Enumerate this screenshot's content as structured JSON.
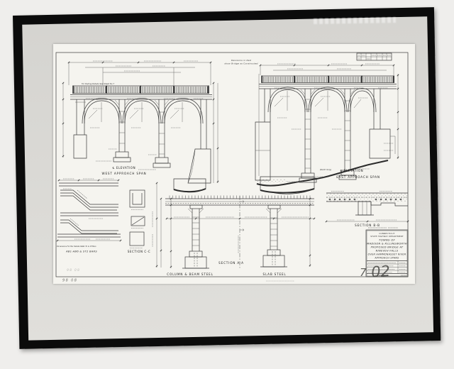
{
  "photo": {
    "pencil_top": "98 08",
    "pencil_bottom": "98 08",
    "page_no": "7",
    "sheet_no": "02"
  },
  "notes": {
    "revision1": "Revisions in Red",
    "revision2": "show Bridge as Constructed",
    "railing": "For Railing Details See Sheet No 7",
    "north_only": "(North Only)",
    "bar_dims": "Dimensions For Bar Details Refer To ℄ Of Bars"
  },
  "labels": {
    "west1": "℄ ELEVATION",
    "west2": "WEST APPROACH SPAN",
    "east1": "℄ ELEVATION",
    "east2": "EAST APPROACH SPAN",
    "section_aa": "SECTION A-A",
    "section_bb": "SECTION B-B",
    "section_cc": "SECTION C-C",
    "column_beam": "COLUMN & BEAM STEEL",
    "slab_steel": "SLAB STEEL",
    "bars": "AB1-AB6 & ST2 BARS"
  },
  "title_block": {
    "lines": [
      "CONNECTICUT",
      "STATE HIGHWAY DEPARTMENT",
      "TOWNS OF",
      "MADISON & KILLINGWORTH",
      "PROPOSED BRIDGE AT",
      "NINEVEH FALLS",
      "OVER HAMMONASSET RIVER",
      "APPROACH SPANS"
    ],
    "standard": "STANDARD No."
  },
  "colors": {
    "frame": "#0b0b0b",
    "photo_field": "#d8d7d3",
    "sheet": "#f5f4ef",
    "ink": "#3b3b3b",
    "pencil": "#8d8d89"
  }
}
